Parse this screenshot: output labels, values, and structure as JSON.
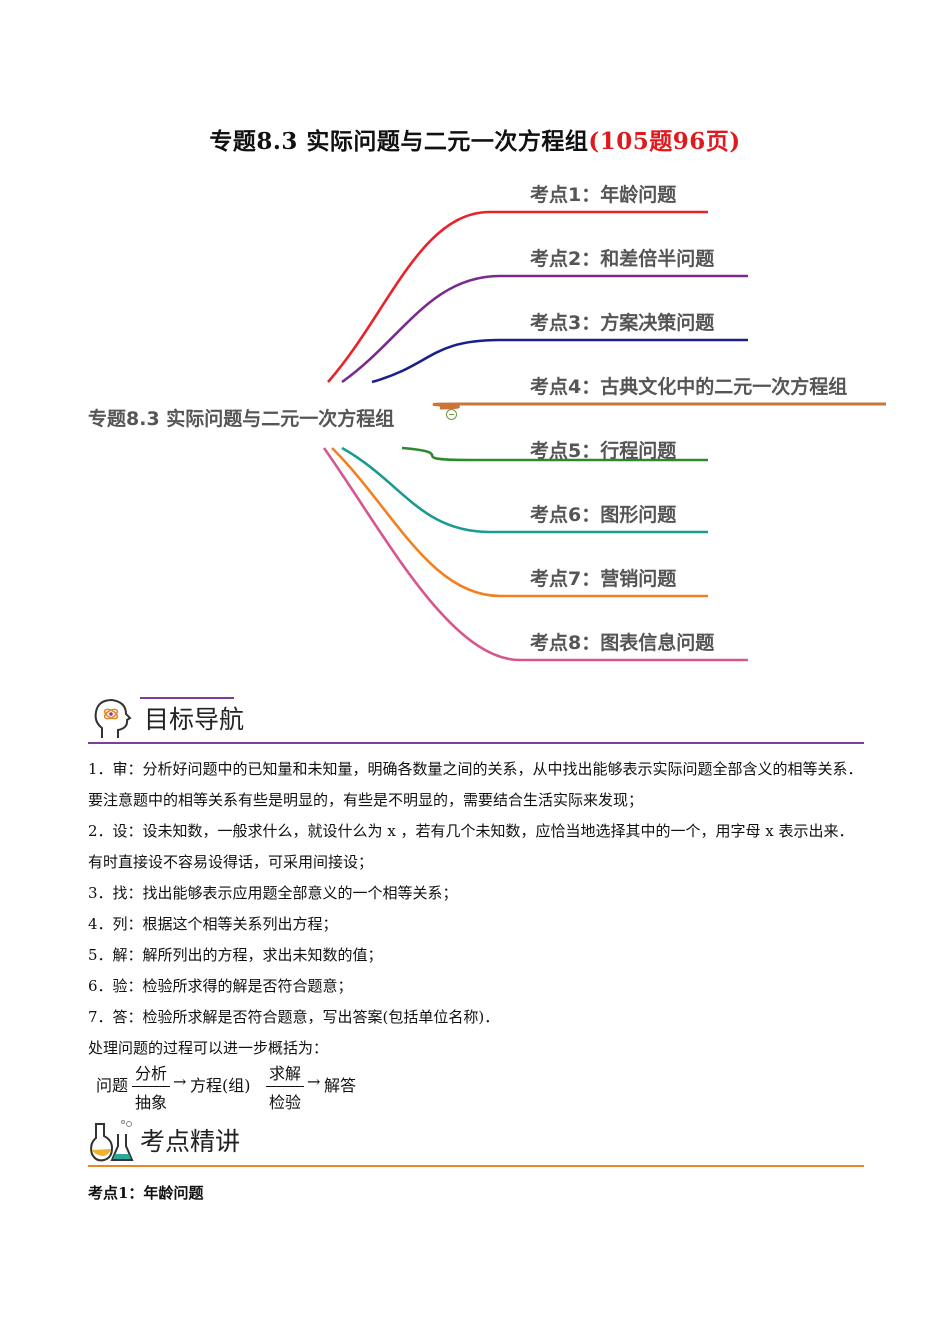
{
  "doc_title": {
    "main": "专题8.3  实际问题与二元一次方程组",
    "count": "(105题96页)"
  },
  "mindmap": {
    "root": "专题8.3 实际问题与二元一次方程组",
    "nodes": [
      {
        "label": "考点1：年龄问题",
        "color": "#e8232b"
      },
      {
        "label": "考点2：和差倍半问题",
        "color": "#7b2a8c"
      },
      {
        "label": "考点3：方案决策问题",
        "color": "#1a1f8c"
      },
      {
        "label": "考点4：古典文化中的二元一次方程组",
        "color": "#c8743a"
      },
      {
        "label": "考点5：行程问题",
        "color": "#2b8a2b"
      },
      {
        "label": "考点6：图形问题",
        "color": "#1a9a90"
      },
      {
        "label": "考点7：营销问题",
        "color": "#f08020"
      },
      {
        "label": "考点8：图表信息问题",
        "color": "#d9558e"
      }
    ]
  },
  "section1": {
    "heading": "目标导航",
    "rule_color": "#7b3f98",
    "paragraphs": [
      "1．审：分析好问题中的已知量和未知量，明确各数量之间的关系，从中找出能够表示实际问题全部含义的相等关系．要注意题中的相等关系有些是明显的，有些是不明显的，需要结合生活实际来发现；",
      "2．设：设未知数，一般求什么，就设什么为 x ，若有几个未知数，应恰当地选择其中的一个，用字母 x 表示出来．有时直接设不容易设得话，可采用间接设；",
      "3．找：找出能够表示应用题全部意义的一个相等关系；",
      "4．列：根据这个相等关系列出方程；",
      "5．解：解所列出的方程，求出未知数的值；",
      "6．验：检验所求得的解是否符合题意；",
      "7．答：检验所求解是否符合题意，写出答案(包括单位名称)．",
      "处理问题的过程可以进一步概括为："
    ],
    "formula": {
      "start": "问题",
      "arrow1_top": "分析",
      "arrow1_bottom": "抽象",
      "middle": "方程(组)",
      "arrow2_top": "求解",
      "arrow2_bottom": "检验",
      "end": "解答"
    }
  },
  "section2": {
    "heading": "考点精讲",
    "rule_color": "#e8872a",
    "first_point": "考点1：年龄问题"
  }
}
